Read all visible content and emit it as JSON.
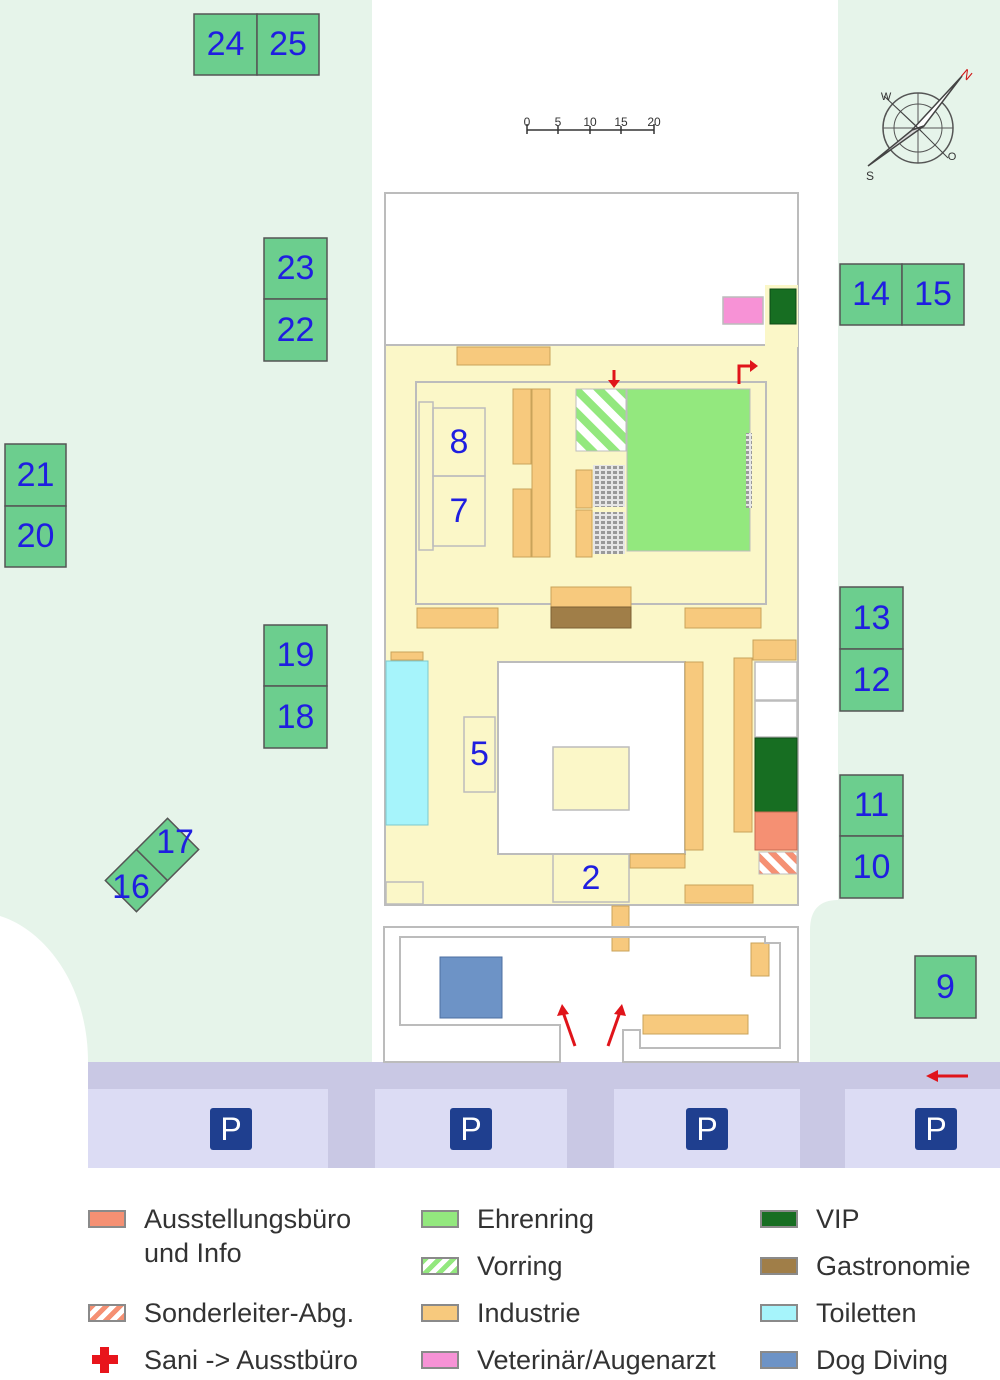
{
  "map": {
    "scale": {
      "ticks": [
        "0",
        "5",
        "10",
        "15",
        "20"
      ]
    },
    "compass": {
      "north": "N",
      "south": "S",
      "west": "W",
      "east": "O"
    },
    "colors": {
      "ground": "#e6f4ea",
      "hall": "#fbf7c8",
      "wall": "#bcbcbc",
      "ring_number": "#6cce8e",
      "road": "#c9c8e4",
      "parking": "#dcdcf4",
      "ehrenring": "#93e87e",
      "industrie": "#f7c97d",
      "vip": "#176e22",
      "gastronomie": "#a07e48",
      "toiletten": "#a6f4fb",
      "dog_diving": "#6d93c6",
      "info": "#f59073",
      "veterinaer": "#f792d6"
    },
    "rings": [
      "24",
      "25",
      "23",
      "22",
      "21",
      "20",
      "19",
      "18",
      "17",
      "16",
      "14",
      "15",
      "13",
      "12",
      "11",
      "10",
      "9"
    ],
    "halls": [
      "8",
      "7",
      "5",
      "2"
    ],
    "parking": [
      "P",
      "P",
      "P",
      "P"
    ]
  },
  "legend": [
    {
      "label": "Ausstellungsbüro",
      "label2": "und Info",
      "color": "#f59073",
      "icon": "swatch"
    },
    {
      "label": "Sonderleiter-Abg.",
      "color": "hatch-orange",
      "icon": "hatched-swatch"
    },
    {
      "label": "Sani -> Ausstbüro",
      "color": "#e8151c",
      "icon": "red-cross-icon"
    },
    {
      "label": "Ehrenring",
      "color": "#93e87e",
      "icon": "swatch"
    },
    {
      "label": "Vorring",
      "color": "hatch-green",
      "icon": "hatched-swatch"
    },
    {
      "label": "Industrie",
      "color": "#f7c97d",
      "icon": "swatch"
    },
    {
      "label": "Veterinär/Augenarzt",
      "color": "#f792d6",
      "icon": "swatch"
    },
    {
      "label": "VIP",
      "color": "#176e22",
      "icon": "swatch"
    },
    {
      "label": "Gastronomie",
      "color": "#a07e48",
      "icon": "swatch"
    },
    {
      "label": "Toiletten",
      "color": "#a6f4fb",
      "icon": "swatch"
    },
    {
      "label": "Dog Diving",
      "color": "#6d93c6",
      "icon": "swatch"
    }
  ]
}
